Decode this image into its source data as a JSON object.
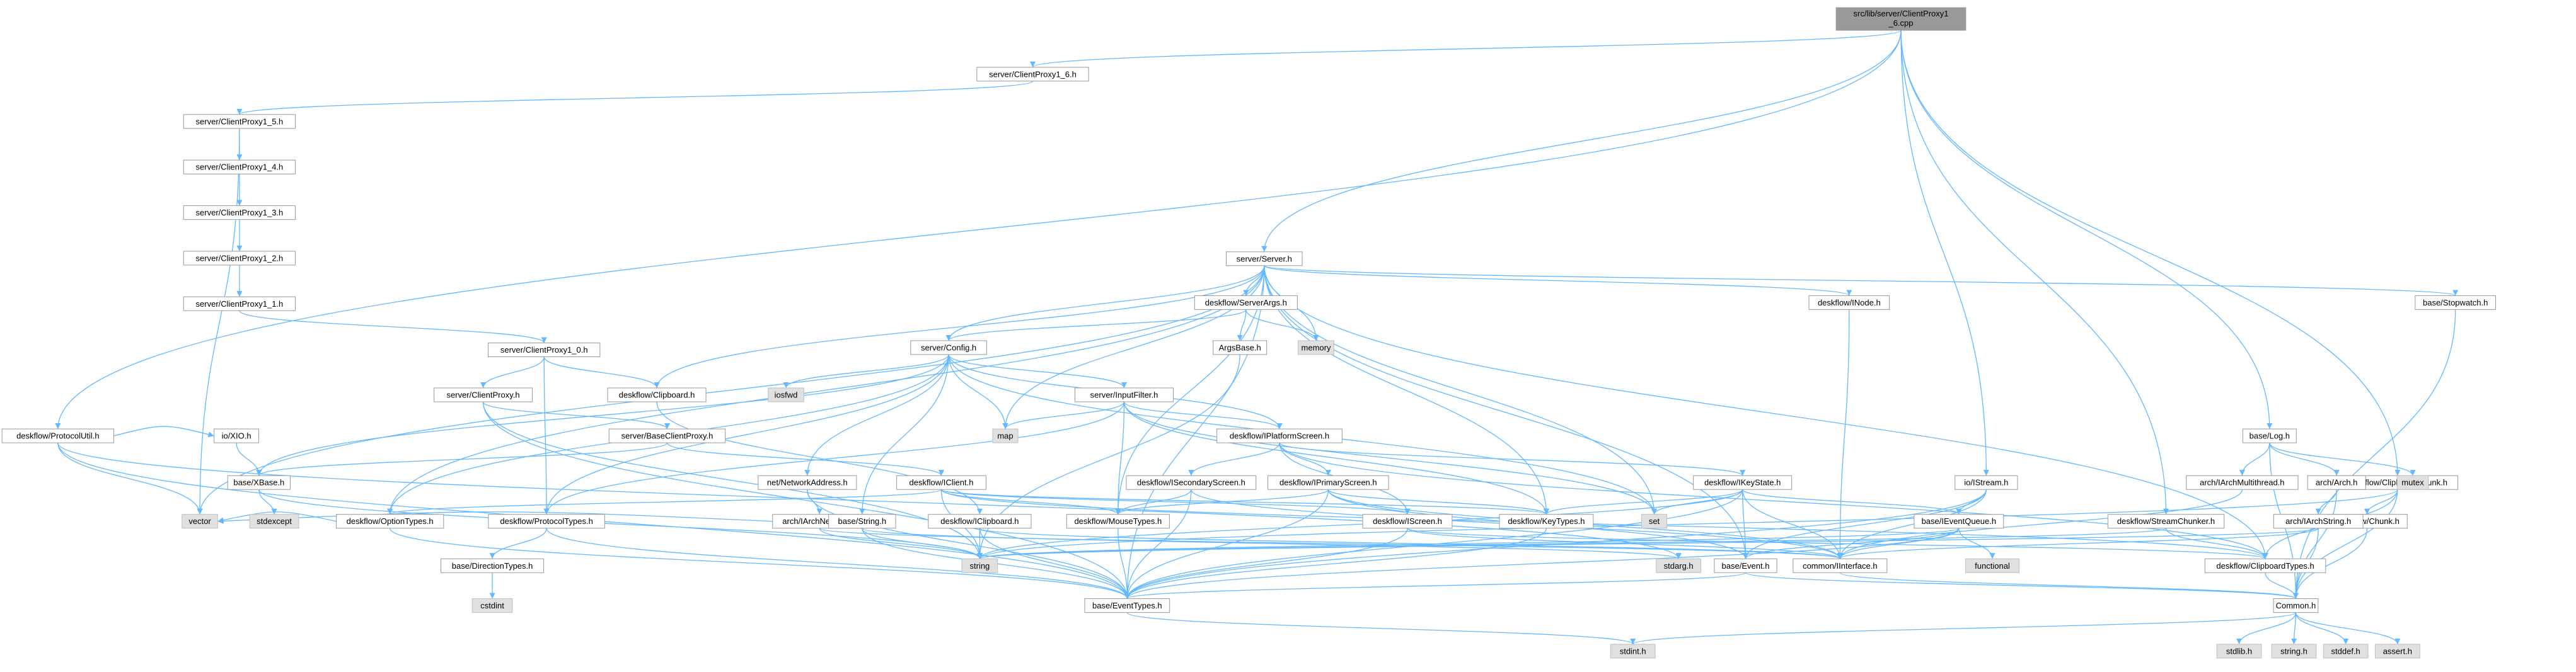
{
  "title": "src/lib/server/ClientProxy1_6.cpp",
  "colors": {
    "root_fill": "#999999",
    "node_fill": "#ffffff",
    "system_fill": "#e0e0e0",
    "node_border": "#999999",
    "edge": "#63b8ff"
  },
  "nodes": [
    {
      "id": "root",
      "label": "src/lib/server/ClientProxy1_6.cpp",
      "kind": "root"
    },
    {
      "id": "cp16h",
      "label": "server/ClientProxy1_6.h",
      "kind": "header"
    },
    {
      "id": "cp15h",
      "label": "server/ClientProxy1_5.h",
      "kind": "header"
    },
    {
      "id": "cp14h",
      "label": "server/ClientProxy1_4.h",
      "kind": "header"
    },
    {
      "id": "cp13h",
      "label": "server/ClientProxy1_3.h",
      "kind": "header"
    },
    {
      "id": "cp12h",
      "label": "server/ClientProxy1_2.h",
      "kind": "header"
    },
    {
      "id": "cp11h",
      "label": "server/ClientProxy1_1.h",
      "kind": "header"
    },
    {
      "id": "cp10h",
      "label": "server/ClientProxy1_0.h",
      "kind": "header"
    },
    {
      "id": "cph",
      "label": "server/ClientProxy.h",
      "kind": "header"
    },
    {
      "id": "bcph",
      "label": "server/BaseClientProxy.h",
      "kind": "header"
    },
    {
      "id": "serverh",
      "label": "server/Server.h",
      "kind": "header"
    },
    {
      "id": "serverargs",
      "label": "deskflow/ServerArgs.h",
      "kind": "header"
    },
    {
      "id": "argsbase",
      "label": "ArgsBase.h",
      "kind": "header"
    },
    {
      "id": "memory",
      "label": "memory",
      "kind": "system"
    },
    {
      "id": "configh",
      "label": "server/Config.h",
      "kind": "header"
    },
    {
      "id": "iosfwd",
      "label": "iosfwd",
      "kind": "system"
    },
    {
      "id": "inputfilter",
      "label": "server/InputFilter.h",
      "kind": "header"
    },
    {
      "id": "map",
      "label": "map",
      "kind": "system"
    },
    {
      "id": "clipboardh",
      "label": "deskflow/Clipboard.h",
      "kind": "header"
    },
    {
      "id": "inode",
      "label": "deskflow/INode.h",
      "kind": "header"
    },
    {
      "id": "stopwatch",
      "label": "base/Stopwatch.h",
      "kind": "header"
    },
    {
      "id": "protocolutil",
      "label": "deskflow/ProtocolUtil.h",
      "kind": "header"
    },
    {
      "id": "ioxioh",
      "label": "io/XIO.h",
      "kind": "header"
    },
    {
      "id": "xbase",
      "label": "base/XBase.h",
      "kind": "header"
    },
    {
      "id": "stdexcept",
      "label": "stdexcept",
      "kind": "system"
    },
    {
      "id": "vector",
      "label": "vector",
      "kind": "system"
    },
    {
      "id": "netaddr",
      "label": "net/NetworkAddress.h",
      "kind": "header"
    },
    {
      "id": "archnet",
      "label": "arch/IArchNetwork.h",
      "kind": "header"
    },
    {
      "id": "optiontypes",
      "label": "deskflow/OptionTypes.h",
      "kind": "header"
    },
    {
      "id": "protocoltypes",
      "label": "deskflow/ProtocolTypes.h",
      "kind": "header"
    },
    {
      "id": "directiontypes",
      "label": "base/DirectionTypes.h",
      "kind": "header"
    },
    {
      "id": "cstdint",
      "label": "cstdint",
      "kind": "system"
    },
    {
      "id": "basestring",
      "label": "base/String.h",
      "kind": "header"
    },
    {
      "id": "iclient",
      "label": "deskflow/IClient.h",
      "kind": "header"
    },
    {
      "id": "iclipboard",
      "label": "deskflow/IClipboard.h",
      "kind": "header"
    },
    {
      "id": "iplatform",
      "label": "deskflow/IPlatformScreen.h",
      "kind": "header"
    },
    {
      "id": "isecondary",
      "label": "deskflow/ISecondaryScreen.h",
      "kind": "header"
    },
    {
      "id": "iprimary",
      "label": "deskflow/IPrimaryScreen.h",
      "kind": "header"
    },
    {
      "id": "ikeystate",
      "label": "deskflow/IKeyState.h",
      "kind": "header"
    },
    {
      "id": "iscreen",
      "label": "deskflow/IScreen.h",
      "kind": "header"
    },
    {
      "id": "mousetypes",
      "label": "deskflow/MouseTypes.h",
      "kind": "header"
    },
    {
      "id": "keytypes",
      "label": "deskflow/KeyTypes.h",
      "kind": "header"
    },
    {
      "id": "set",
      "label": "set",
      "kind": "system"
    },
    {
      "id": "string",
      "label": "string",
      "kind": "system"
    },
    {
      "id": "stdargh",
      "label": "stdarg.h",
      "kind": "system"
    },
    {
      "id": "eventh",
      "label": "base/Event.h",
      "kind": "header"
    },
    {
      "id": "ieventqueue",
      "label": "base/IEventQueue.h",
      "kind": "header"
    },
    {
      "id": "functional",
      "label": "functional",
      "kind": "system"
    },
    {
      "id": "commoniface",
      "label": "common/IInterface.h",
      "kind": "header"
    },
    {
      "id": "eventtypes",
      "label": "base/EventTypes.h",
      "kind": "header"
    },
    {
      "id": "iostream",
      "label": "io/IStream.h",
      "kind": "header"
    },
    {
      "id": "streamchunker",
      "label": "deskflow/StreamChunker.h",
      "kind": "header"
    },
    {
      "id": "clipchunk",
      "label": "deskflow/ClipboardChunk.h",
      "kind": "header"
    },
    {
      "id": "chunkh",
      "label": "deskflow/Chunk.h",
      "kind": "header"
    },
    {
      "id": "cliptypes",
      "label": "deskflow/ClipboardTypes.h",
      "kind": "header"
    },
    {
      "id": "commonh",
      "label": "Common.h",
      "kind": "header"
    },
    {
      "id": "stdint",
      "label": "stdint.h",
      "kind": "system"
    },
    {
      "id": "stdlib",
      "label": "stdlib.h",
      "kind": "system"
    },
    {
      "id": "stringh",
      "label": "string.h",
      "kind": "system"
    },
    {
      "id": "stddef",
      "label": "stddef.h",
      "kind": "system"
    },
    {
      "id": "asserth",
      "label": "assert.h",
      "kind": "system"
    },
    {
      "id": "logh",
      "label": "base/Log.h",
      "kind": "header"
    },
    {
      "id": "archmt",
      "label": "arch/IArchMultithread.h",
      "kind": "header"
    },
    {
      "id": "archh",
      "label": "arch/Arch.h",
      "kind": "header"
    },
    {
      "id": "archstring",
      "label": "arch/IArchString.h",
      "kind": "header"
    },
    {
      "id": "mutex",
      "label": "mutex",
      "kind": "system"
    }
  ],
  "edges": [
    [
      "root",
      "cp16h"
    ],
    [
      "root",
      "serverh"
    ],
    [
      "root",
      "protocolutil"
    ],
    [
      "root",
      "iostream"
    ],
    [
      "root",
      "streamchunker"
    ],
    [
      "root",
      "clipchunk"
    ],
    [
      "root",
      "logh"
    ],
    [
      "cp16h",
      "cp15h"
    ],
    [
      "cp15h",
      "cp14h"
    ],
    [
      "cp15h",
      "vector"
    ],
    [
      "cp14h",
      "cp13h"
    ],
    [
      "cp13h",
      "cp12h"
    ],
    [
      "cp12h",
      "cp11h"
    ],
    [
      "cp11h",
      "cp10h"
    ],
    [
      "cp10h",
      "cph"
    ],
    [
      "cp10h",
      "clipboardh"
    ],
    [
      "cp10h",
      "protocoltypes"
    ],
    [
      "cph",
      "bcph"
    ],
    [
      "cph",
      "eventtypes"
    ],
    [
      "cph",
      "string"
    ],
    [
      "bcph",
      "iclient"
    ],
    [
      "bcph",
      "xbase"
    ],
    [
      "serverh",
      "serverargs"
    ],
    [
      "serverh",
      "configh"
    ],
    [
      "serverh",
      "clipboardh"
    ],
    [
      "serverh",
      "inode"
    ],
    [
      "serverh",
      "stopwatch"
    ],
    [
      "serverh",
      "memory"
    ],
    [
      "serverh",
      "map"
    ],
    [
      "serverh",
      "set"
    ],
    [
      "serverh",
      "vector"
    ],
    [
      "serverh",
      "optiontypes"
    ],
    [
      "serverh",
      "keytypes"
    ],
    [
      "serverh",
      "mousetypes"
    ],
    [
      "serverh",
      "eventh"
    ],
    [
      "serverh",
      "eventtypes"
    ],
    [
      "serverh",
      "cliptypes"
    ],
    [
      "serverargs",
      "argsbase"
    ],
    [
      "serverargs",
      "configh"
    ],
    [
      "serverargs",
      "memory"
    ],
    [
      "argsbase",
      "string"
    ],
    [
      "configh",
      "iosfwd"
    ],
    [
      "configh",
      "inputfilter"
    ],
    [
      "configh",
      "map"
    ],
    [
      "configh",
      "netaddr"
    ],
    [
      "configh",
      "protocoltypes"
    ],
    [
      "configh",
      "optiontypes"
    ],
    [
      "configh",
      "basestring"
    ],
    [
      "configh",
      "iplatform"
    ],
    [
      "configh",
      "set"
    ],
    [
      "configh",
      "xbase"
    ],
    [
      "inputfilter",
      "map"
    ],
    [
      "inputfilter",
      "set"
    ],
    [
      "inputfilter",
      "keytypes"
    ],
    [
      "inputfilter",
      "mousetypes"
    ],
    [
      "inputfilter",
      "protocoltypes"
    ],
    [
      "inputfilter",
      "iplatform"
    ],
    [
      "clipboardh",
      "iclipboard"
    ],
    [
      "inode",
      "commoniface"
    ],
    [
      "stopwatch",
      "commonh"
    ],
    [
      "protocolutil",
      "ioxioh"
    ],
    [
      "protocolutil",
      "vector"
    ],
    [
      "protocolutil",
      "eventtypes"
    ],
    [
      "protocolutil",
      "stdargh"
    ],
    [
      "ioxioh",
      "xbase"
    ],
    [
      "xbase",
      "stdexcept"
    ],
    [
      "xbase",
      "string"
    ],
    [
      "netaddr",
      "archnet"
    ],
    [
      "netaddr",
      "eventtypes"
    ],
    [
      "archnet",
      "commoniface"
    ],
    [
      "archnet",
      "string"
    ],
    [
      "archnet",
      "vector"
    ],
    [
      "optiontypes",
      "eventtypes"
    ],
    [
      "optiontypes",
      "vector"
    ],
    [
      "protocoltypes",
      "directiontypes"
    ],
    [
      "protocoltypes",
      "eventtypes"
    ],
    [
      "directiontypes",
      "cstdint"
    ],
    [
      "basestring",
      "eventtypes"
    ],
    [
      "basestring",
      "string"
    ],
    [
      "basestring",
      "stdargh"
    ],
    [
      "iclient",
      "iscreen"
    ],
    [
      "iclient",
      "mousetypes"
    ],
    [
      "iclient",
      "keytypes"
    ],
    [
      "iclient",
      "cliptypes"
    ],
    [
      "iclient",
      "string"
    ],
    [
      "iclient",
      "optiontypes"
    ],
    [
      "iclipboard",
      "commoniface"
    ],
    [
      "iclipboard",
      "eventtypes"
    ],
    [
      "iclipboard",
      "string"
    ],
    [
      "iplatform",
      "isecondary"
    ],
    [
      "iplatform",
      "iprimary"
    ],
    [
      "iplatform",
      "ikeystate"
    ],
    [
      "iplatform",
      "iscreen"
    ],
    [
      "iplatform",
      "cliptypes"
    ],
    [
      "isecondary",
      "mousetypes"
    ],
    [
      "isecondary",
      "eventtypes"
    ],
    [
      "isecondary",
      "commoniface"
    ],
    [
      "iprimary",
      "mousetypes"
    ],
    [
      "iprimary",
      "keytypes"
    ],
    [
      "iprimary",
      "eventh"
    ],
    [
      "iprimary",
      "eventtypes"
    ],
    [
      "iprimary",
      "commoniface"
    ],
    [
      "ikeystate",
      "keytypes"
    ],
    [
      "ikeystate",
      "eventh"
    ],
    [
      "ikeystate",
      "ieventqueue"
    ],
    [
      "ikeystate",
      "set"
    ],
    [
      "ikeystate",
      "commoniface"
    ],
    [
      "ikeystate",
      "eventtypes"
    ],
    [
      "ikeystate",
      "string"
    ],
    [
      "iscreen",
      "cliptypes"
    ],
    [
      "iscreen",
      "eventtypes"
    ],
    [
      "iscreen",
      "commoniface"
    ],
    [
      "mousetypes",
      "eventtypes"
    ],
    [
      "keytypes",
      "eventtypes"
    ],
    [
      "eventh",
      "commonh"
    ],
    [
      "eventh",
      "eventtypes"
    ],
    [
      "ieventqueue",
      "eventh"
    ],
    [
      "ieventqueue",
      "functional"
    ],
    [
      "ieventqueue",
      "commoniface"
    ],
    [
      "ieventqueue",
      "eventtypes"
    ],
    [
      "ieventqueue",
      "string"
    ],
    [
      "commoniface",
      "commonh"
    ],
    [
      "eventtypes",
      "stdint"
    ],
    [
      "iostream",
      "eventh"
    ],
    [
      "iostream",
      "commoniface"
    ],
    [
      "iostream",
      "ieventqueue"
    ],
    [
      "iostream",
      "eventtypes"
    ],
    [
      "streamchunker",
      "cliptypes"
    ],
    [
      "streamchunker",
      "string"
    ],
    [
      "clipchunk",
      "chunkh"
    ],
    [
      "clipchunk",
      "cliptypes"
    ],
    [
      "clipchunk",
      "string"
    ],
    [
      "clipchunk",
      "commonh"
    ],
    [
      "chunkh",
      "commonh"
    ],
    [
      "cliptypes",
      "commonh"
    ],
    [
      "commonh",
      "stdint"
    ],
    [
      "commonh",
      "stdlib"
    ],
    [
      "commonh",
      "stringh"
    ],
    [
      "commonh",
      "stddef"
    ],
    [
      "commonh",
      "asserth"
    ],
    [
      "logh",
      "archmt"
    ],
    [
      "logh",
      "archh"
    ],
    [
      "logh",
      "mutex"
    ],
    [
      "logh",
      "commonh"
    ],
    [
      "archmt",
      "commoniface"
    ],
    [
      "archh",
      "archstring"
    ],
    [
      "archh",
      "commonh"
    ],
    [
      "archstring",
      "commoniface"
    ],
    [
      "archstring",
      "commonh"
    ],
    [
      "archstring",
      "string"
    ]
  ]
}
